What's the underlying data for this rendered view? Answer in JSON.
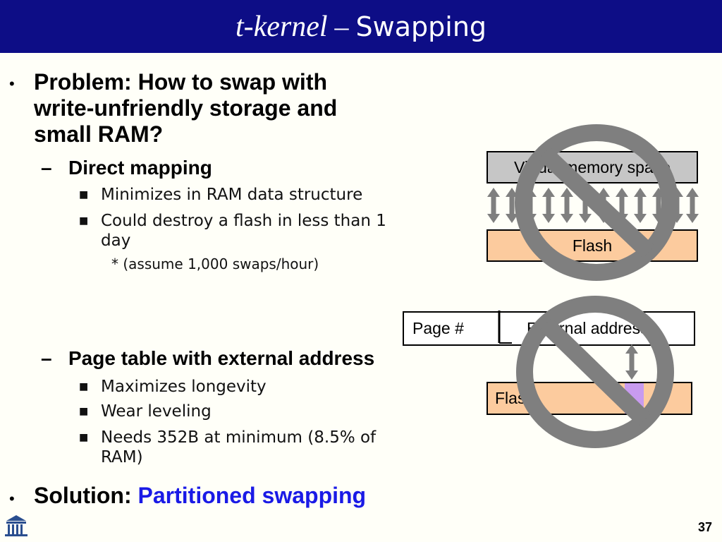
{
  "slide": {
    "title_italic": "t-kernel",
    "title_dash": "–",
    "title_rest": "Swapping",
    "slide_number": "37"
  },
  "content": {
    "bullet_symbol": "•",
    "dash_symbol": "–",
    "square_symbol": "■",
    "problem_lines": [
      "Problem: How to swap with",
      "write-unfriendly storage and",
      "small RAM?"
    ],
    "direct_mapping": {
      "heading": "Direct mapping",
      "items": [
        "Minimizes in RAM data structure",
        "Could destroy a flash in less than 1",
        "day"
      ],
      "note": "* (assume 1,000 swaps/hour)"
    },
    "page_table": {
      "heading": "Page table with external address",
      "items": [
        "Maximizes longevity",
        "Wear leveling",
        "Needs 352B at minimum (8.5% of",
        "RAM)"
      ]
    },
    "solution_label": "Solution:",
    "solution_value": "Partitioned swapping"
  },
  "diagram": {
    "virtual_memory_label": "Virtual memory space",
    "flash_label": "Flash",
    "page_number_label": "Page #",
    "external_address_label": "External address",
    "flash_label_2": "Flash",
    "colors": {
      "gray_box": "#C6C6C6",
      "flash_box": "#FCCB9E",
      "page_highlight": "#C89BEF",
      "arrow": "#7F7F7F",
      "no_symbol": "#7F7F7F"
    }
  }
}
